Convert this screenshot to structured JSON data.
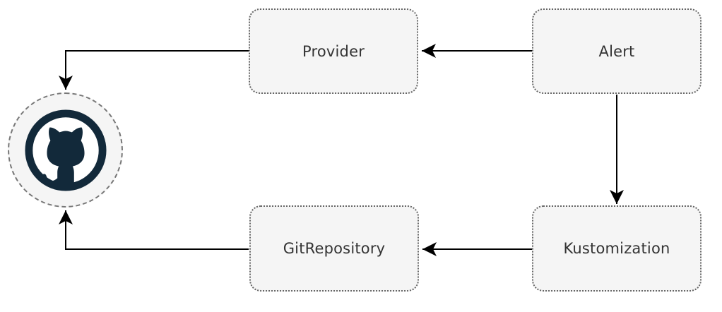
{
  "diagram": {
    "type": "flowchart",
    "nodes": [
      {
        "id": "provider",
        "label": "Provider"
      },
      {
        "id": "alert",
        "label": "Alert"
      },
      {
        "id": "gitrepository",
        "label": "GitRepository"
      },
      {
        "id": "kustomization",
        "label": "Kustomization"
      },
      {
        "id": "github",
        "label": "",
        "icon": "github-octocat-icon"
      }
    ],
    "edges": [
      {
        "from": "alert",
        "to": "provider"
      },
      {
        "from": "provider",
        "to": "github"
      },
      {
        "from": "alert",
        "to": "kustomization"
      },
      {
        "from": "kustomization",
        "to": "gitrepository"
      },
      {
        "from": "gitrepository",
        "to": "github"
      }
    ],
    "colors": {
      "background": "#ffffff",
      "node_fill": "#f5f5f5",
      "node_border": "#666666",
      "node_text": "#333333",
      "edge": "#000000",
      "github_mark": "#12293a",
      "github_inner_bg": "#ffffff",
      "dashed_circle_border": "#777777"
    }
  }
}
